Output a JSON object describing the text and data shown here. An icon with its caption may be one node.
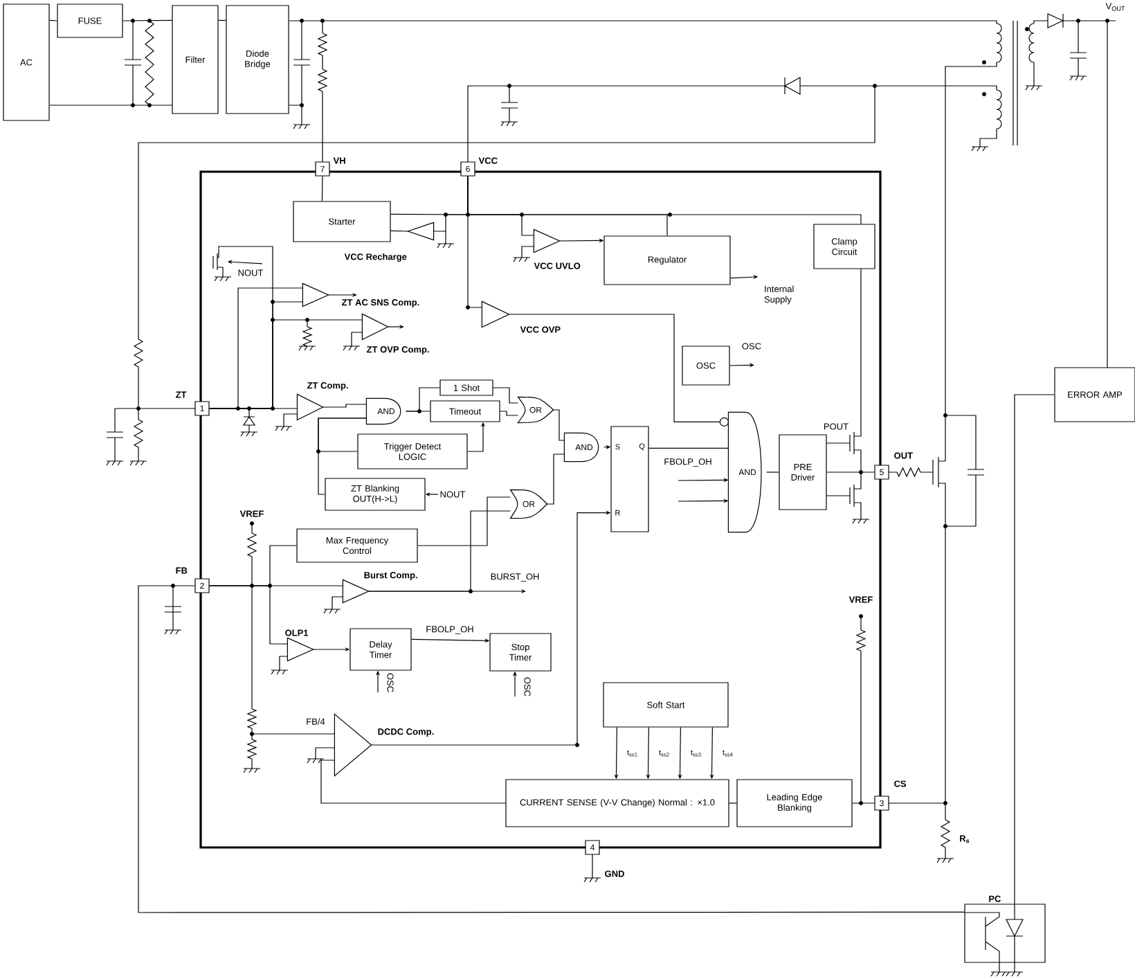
{
  "diagram": {
    "nodes": [
      {
        "text": [
          "AC"
        ]
      },
      {
        "text": [
          "FUSE"
        ]
      },
      {
        "text": [
          "Filter"
        ]
      },
      {
        "text": [
          "Diode Bridge"
        ]
      },
      {
        "text": [],
        "shape": "box"
      },
      {
        "text": [
          "7"
        ],
        "beside": [
          "VH"
        ]
      },
      {
        "text": [
          "6"
        ],
        "beside": [
          "VCC"
        ]
      },
      {
        "text": [
          "1"
        ],
        "beside": [
          "ZT"
        ]
      },
      {
        "text": [
          "2"
        ],
        "beside": [
          "FB"
        ]
      },
      {
        "text": [
          "5"
        ],
        "beside": [
          "OUT"
        ]
      },
      {
        "text": [
          "3"
        ],
        "beside": [
          "CS"
        ]
      },
      {
        "text": [
          "4"
        ],
        "beside": [
          "GND"
        ]
      },
      {
        "text": [
          "Starter"
        ],
        "in": 4
      },
      {
        "text": [
          "VCC Recharge"
        ],
        "in": 4
      },
      {
        "text": [
          "VCC UVLO"
        ],
        "in": 4
      },
      {
        "text": [
          "Regulator"
        ],
        "in": 4
      },
      {
        "text": [
          "Clamp Circuit"
        ],
        "in": 4
      },
      {
        "text": [
          "ZT AC SNS Comp."
        ],
        "in": 4
      },
      {
        "text": [
          "VCC OVP"
        ],
        "in": 4
      },
      {
        "text": [
          "ZT OVP Comp."
        ],
        "in": 4
      },
      {
        "text": [
          "OSC"
        ],
        "in": 4
      },
      {
        "text": [
          "ZT Comp."
        ],
        "in": 4
      },
      {
        "text": [
          "AND"
        ],
        "in": 4
      },
      {
        "text": [
          "1 Shot"
        ],
        "in": 4
      },
      {
        "text": [
          "Timeout"
        ],
        "in": 4
      },
      {
        "text": [
          "OR"
        ],
        "in": 4
      },
      {
        "text": [
          "Trigger Detect LOGIC"
        ],
        "in": 4
      },
      {
        "text": [
          "ZT Blanking OUT(H->L)"
        ],
        "in": 4
      },
      {
        "text": [
          "AND"
        ],
        "in": 4
      },
      {
        "text": [
          "OR"
        ],
        "in": 4
      },
      {
        "text": [
          "Max Frequency Control"
        ],
        "in": 4
      },
      {
        "text": [
          "S",
          "Q",
          "R"
        ],
        "in": 4
      },
      {
        "text": [
          "AND"
        ],
        "in": 4
      },
      {
        "text": [
          "PRE Driver"
        ],
        "in": 4
      },
      {
        "text": [
          "Burst Comp."
        ],
        "in": 4
      },
      {
        "text": [
          "OLP1"
        ],
        "in": 4
      },
      {
        "text": [
          "Delay Timer"
        ],
        "in": 4
      },
      {
        "text": [
          "Stop Timer"
        ],
        "in": 4
      },
      {
        "text": [
          "DCDC Comp."
        ],
        "in": 4
      },
      {
        "text": [
          "Soft Start"
        ],
        "in": 4
      },
      {
        "text": [
          "CURRENT SENSE (V-V Change) Normal : ×1.0"
        ],
        "in": 4
      },
      {
        "text": [
          "Leading Edge Blanking"
        ],
        "in": 4
      },
      {
        "text": [
          "ERROR AMP"
        ]
      },
      {
        "text": [
          "PC"
        ]
      },
      {
        "text": [
          "NOUT"
        ],
        "in": 4
      },
      {
        "text": [
          "NOUT"
        ],
        "in": 4
      },
      {
        "text": [
          "OSC"
        ],
        "in": 4
      },
      {
        "text": [
          "OSC"
        ],
        "in": 4
      },
      {
        "text": [
          "Internal Supply"
        ],
        "in": 4
      },
      {
        "text": [
          "OSC"
        ],
        "in": 4
      },
      {
        "text": [],
        "shape": "picture",
        "in": 4
      }
    ],
    "edges": [
      {
        "from": 0,
        "to": 1,
        "arrow": "none"
      },
      {
        "from": 1,
        "to": 2,
        "arrow": "none"
      },
      {
        "from": 2,
        "to": 3,
        "arrow": "none"
      },
      {
        "from": 5,
        "to": 12,
        "arrow": "none"
      },
      {
        "from": 13,
        "to": 12,
        "arrow": "none"
      },
      {
        "from": 6,
        "to": 12,
        "arrow": "none"
      },
      {
        "from": 6,
        "to": 15,
        "arrow": "none"
      },
      {
        "from": 6,
        "to": 16,
        "arrow": "none"
      },
      {
        "from": 6,
        "to": 18,
        "arrow": "none"
      },
      {
        "from": 6,
        "to": 14,
        "arrow": "none"
      },
      {
        "from": 14,
        "to": 15,
        "arrow": "to"
      },
      {
        "from": 7,
        "to": 21,
        "arrow": "none"
      },
      {
        "from": 7,
        "to": 17,
        "arrow": "none"
      },
      {
        "from": 7,
        "to": 19,
        "arrow": "none"
      },
      {
        "from": 21,
        "to": 22,
        "arrow": "none"
      },
      {
        "from": 22,
        "to": 24,
        "arrow": "none"
      },
      {
        "from": 22,
        "to": 23,
        "arrow": "none"
      },
      {
        "from": 23,
        "to": 25,
        "arrow": "none"
      },
      {
        "from": 24,
        "to": 25,
        "arrow": "none"
      },
      {
        "from": 26,
        "to": 24,
        "arrow": "to"
      },
      {
        "from": 27,
        "to": 22,
        "arrow": "none"
      },
      {
        "from": 26,
        "to": 22,
        "arrow": "none"
      },
      {
        "from": 25,
        "to": 28,
        "arrow": "none"
      },
      {
        "from": 29,
        "to": 28,
        "arrow": "none"
      },
      {
        "from": 30,
        "to": 29,
        "arrow": "none"
      },
      {
        "from": 34,
        "to": 29,
        "arrow": "none"
      },
      {
        "from": 34,
        "to": null,
        "arrow": "to",
        "label": "BURST_OH"
      },
      {
        "from": 28,
        "to": 31,
        "arrow": "to"
      },
      {
        "from": 31,
        "to": 32,
        "arrow": "none"
      },
      {
        "from": 18,
        "to": 32,
        "arrow": "none"
      },
      {
        "from": 32,
        "to": 33,
        "arrow": "none"
      },
      {
        "from": 33,
        "to": 9,
        "arrow": "none"
      },
      {
        "from": 38,
        "to": 31,
        "arrow": "to"
      },
      {
        "from": 35,
        "to": 36,
        "arrow": "to"
      },
      {
        "from": 36,
        "to": 37,
        "arrow": "to",
        "label": "FBOLP_OH"
      },
      {
        "from": 8,
        "to": 34,
        "arrow": "none"
      },
      {
        "from": 8,
        "to": 35,
        "arrow": "none"
      },
      {
        "from": 8,
        "to": 30,
        "arrow": "none"
      },
      {
        "from": 39,
        "to": 40,
        "arrow": "to",
        "label": "t$_{ss1}$"
      },
      {
        "from": 39,
        "to": 40,
        "arrow": "to",
        "label": "t$_{ss2}$"
      },
      {
        "from": 39,
        "to": 40,
        "arrow": "to",
        "label": "t$_{ss3}$"
      },
      {
        "from": 39,
        "to": 40,
        "arrow": "to",
        "label": "t$_{ss4}$"
      },
      {
        "from": 40,
        "to": 38,
        "arrow": "none"
      },
      {
        "from": 41,
        "to": 40,
        "arrow": "none"
      },
      {
        "from": 10,
        "to": 41,
        "arrow": "none"
      },
      {
        "from": 43,
        "to": 8,
        "arrow": "none"
      },
      {
        "from": 42,
        "to": 43,
        "arrow": "none"
      },
      {
        "from": 44,
        "to": 27,
        "arrow": "to"
      },
      {
        "from": 45,
        "to": 50,
        "arrow": "to"
      },
      {
        "from": null,
        "to": 32,
        "arrow": "to",
        "label": "FBOLP_OH"
      },
      {
        "from": null,
        "to": 32,
        "arrow": "to"
      },
      {
        "from": 15,
        "to": 48,
        "arrow": "to"
      },
      {
        "from": 20,
        "to": 49,
        "arrow": "to"
      },
      {
        "from": 17,
        "to": null,
        "arrow": "to"
      },
      {
        "from": 19,
        "to": null,
        "arrow": "to"
      },
      {
        "from": 46,
        "to": 36,
        "arrow": "to"
      },
      {
        "from": 47,
        "to": 37,
        "arrow": "to"
      },
      {
        "from": 7,
        "to": 50,
        "arrow": "none"
      },
      {
        "from": 7,
        "to": 17,
        "arrow": "none"
      },
      {
        "from": 6,
        "to": 13,
        "arrow": "none"
      }
    ],
    "labels": [
      "V$_{OUT}$",
      "POUT",
      "VREF",
      "VREF",
      "FB/4",
      "R$_{s}$"
    ]
  }
}
